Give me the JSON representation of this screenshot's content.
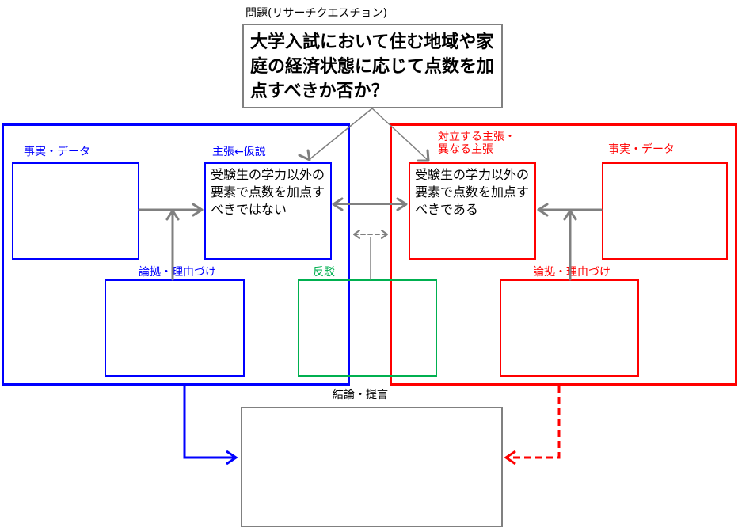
{
  "question": {
    "label": "問題(リサーチクエスチョン)",
    "text": "大学入試において住む地域や家庭の経済状態に応じて点数を加点すべきか否か？"
  },
  "left": {
    "facts_label": "事実・データ",
    "claim_label": "主張←仮説",
    "claim_text": "受験生の学力以外の要素で点数を加点すべきではない",
    "warrant_label": "論拠・理由づけ"
  },
  "rebuttal": {
    "label": "反駁"
  },
  "right": {
    "claim_label": "対立する主張・\n異なる主張",
    "claim_text": "受験生の学力以外の要素で点数を加点すべきである",
    "facts_label": "事実・データ",
    "warrant_label": "論拠・理由づけ"
  },
  "conclusion": {
    "label": "結論・提言"
  },
  "colors": {
    "blue": "#0000ff",
    "red": "#ff0000",
    "green": "#00b050",
    "gray": "#808080"
  }
}
